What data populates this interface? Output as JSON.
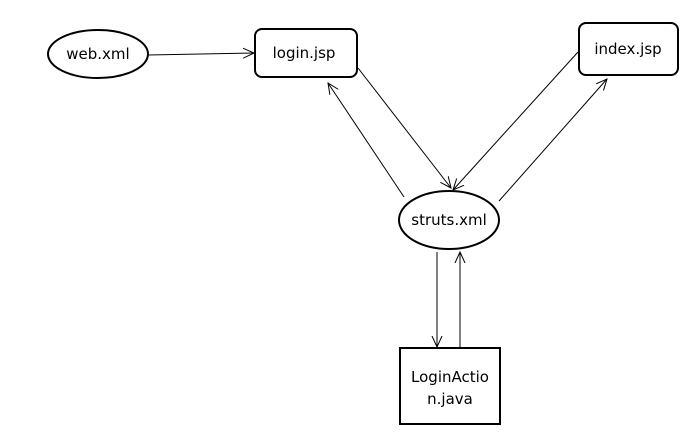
{
  "diagram": {
    "nodes": {
      "web_xml": {
        "label": "web.xml",
        "shape": "ellipse"
      },
      "login_jsp": {
        "label": "login.jsp",
        "shape": "rounded-rect"
      },
      "index_jsp": {
        "label": "index.jsp",
        "shape": "rounded-rect"
      },
      "struts_xml": {
        "label": "struts.xml",
        "shape": "ellipse"
      },
      "login_action": {
        "label_line1": "LoginActio",
        "label_line2": "n.java",
        "shape": "rect"
      }
    },
    "edges": [
      {
        "from": "web_xml",
        "to": "login_jsp"
      },
      {
        "from": "login_jsp",
        "to": "struts_xml"
      },
      {
        "from": "struts_xml",
        "to": "login_jsp"
      },
      {
        "from": "index_jsp",
        "to": "struts_xml"
      },
      {
        "from": "struts_xml",
        "to": "index_jsp"
      },
      {
        "from": "struts_xml",
        "to": "login_action"
      },
      {
        "from": "login_action",
        "to": "struts_xml"
      }
    ],
    "colors": {
      "stroke": "#000000",
      "fill": "#ffffff",
      "background": "#ffffff"
    }
  }
}
